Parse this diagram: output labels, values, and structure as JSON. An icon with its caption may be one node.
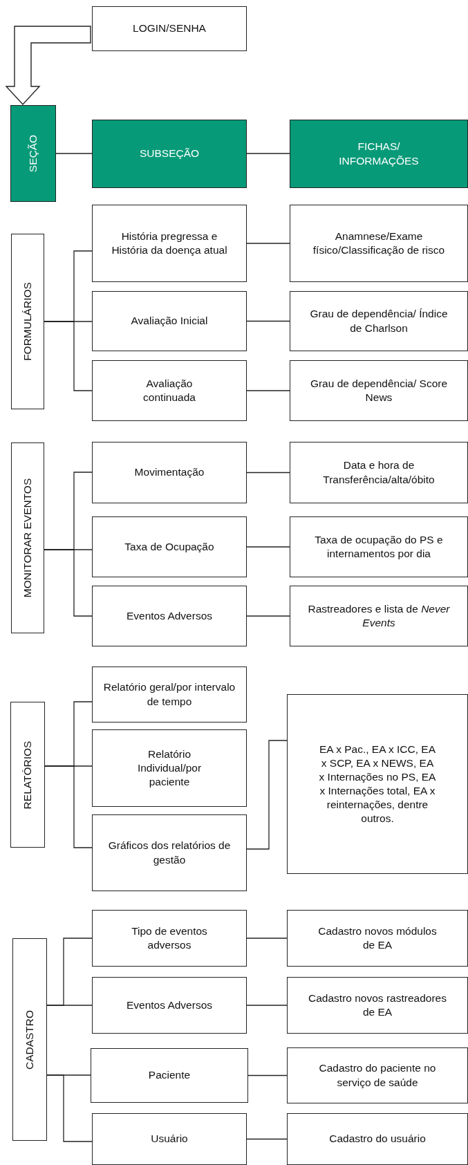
{
  "diagram": {
    "nodes": [
      {
        "text": [
          "LOGIN/SENHA"
        ]
      },
      {
        "text": [
          "SEÇÃO"
        ]
      },
      {
        "text": [
          "SUBSEÇÃO"
        ]
      },
      {
        "text": [
          "FICHAS/ INFORMAÇÕES"
        ]
      },
      {
        "text": [
          "FORMULÁRIOS"
        ]
      },
      {
        "text": [
          "História pregressa e História da doença atual"
        ]
      },
      {
        "text": [
          "Anamnese/Exame físico/Classificação de risco"
        ]
      },
      {
        "text": [
          "Avaliação Inicial"
        ]
      },
      {
        "text": [
          "Grau de dependência/ Índice de Charlson"
        ]
      },
      {
        "text": [
          "Avaliação continuada"
        ]
      },
      {
        "text": [
          "Grau de dependência/ Score News"
        ]
      },
      {
        "text": [
          "MONITORAR EVENTOS"
        ]
      },
      {
        "text": [
          "Movimentação"
        ]
      },
      {
        "text": [
          "Data e hora de Transferência/alta/óbito"
        ]
      },
      {
        "text": [
          "Taxa de Ocupação"
        ]
      },
      {
        "text": [
          "Taxa de ocupação do PS e internamentos por dia"
        ]
      },
      {
        "text": [
          "Eventos Adversos"
        ]
      },
      {
        "text": [
          "Rastreadores e lista de *Never Events*"
        ]
      },
      {
        "text": [
          "RELATÓRIOS"
        ]
      },
      {
        "text": [
          "Relatório geral/por intervalo de tempo"
        ]
      },
      {
        "text": [
          "Relatório Individual/por paciente"
        ]
      },
      {
        "text": [
          "Gráficos dos relatórios de gestão"
        ]
      },
      {
        "text": [
          "EA x Pac., EA x ICC, EA x SCP, EA x NEWS, EA x Internações no PS, EA x Internações total, EA x reinternações, dentre outros."
        ]
      },
      {
        "text": [
          "CADASTRO"
        ]
      },
      {
        "text": [
          "Tipo de eventos adversos"
        ]
      },
      {
        "text": [
          "Cadastro novos módulos de EA"
        ]
      },
      {
        "text": [
          "Eventos Adversos"
        ]
      },
      {
        "text": [
          "Cadastro novos rastreadores de EA"
        ]
      },
      {
        "text": [
          "Paciente"
        ]
      },
      {
        "text": [
          "Cadastro do paciente no serviço de saúde"
        ]
      },
      {
        "text": [
          "Usuário"
        ]
      },
      {
        "text": [
          "Cadastro do usuário"
        ]
      }
    ],
    "edges": [
      {
        "from": 0,
        "to": 1,
        "arrow": "to",
        "style": "thick"
      },
      {
        "from": 1,
        "to": 2,
        "arrow": "none"
      },
      {
        "from": 2,
        "to": 3,
        "arrow": "none"
      },
      {
        "from": 4,
        "to": 5,
        "arrow": "none"
      },
      {
        "from": 4,
        "to": 7,
        "arrow": "none"
      },
      {
        "from": 4,
        "to": 9,
        "arrow": "none"
      },
      {
        "from": 5,
        "to": 6,
        "arrow": "none"
      },
      {
        "from": 7,
        "to": 8,
        "arrow": "none"
      },
      {
        "from": 9,
        "to": 10,
        "arrow": "none"
      },
      {
        "from": 11,
        "to": 12,
        "arrow": "none"
      },
      {
        "from": 11,
        "to": 14,
        "arrow": "none"
      },
      {
        "from": 11,
        "to": 16,
        "arrow": "none"
      },
      {
        "from": 12,
        "to": 13,
        "arrow": "none"
      },
      {
        "from": 14,
        "to": 15,
        "arrow": "none"
      },
      {
        "from": 16,
        "to": 17,
        "arrow": "none"
      },
      {
        "from": 18,
        "to": 19,
        "arrow": "none"
      },
      {
        "from": 18,
        "to": 20,
        "arrow": "none"
      },
      {
        "from": 18,
        "to": 21,
        "arrow": "none"
      },
      {
        "from": 21,
        "to": 22,
        "arrow": "none"
      },
      {
        "from": 23,
        "to": 24,
        "arrow": "none"
      },
      {
        "from": 23,
        "to": 26,
        "arrow": "none"
      },
      {
        "from": 23,
        "to": 28,
        "arrow": "none"
      },
      {
        "from": 23,
        "to": 30,
        "arrow": "none"
      },
      {
        "from": 24,
        "to": 25,
        "arrow": "none"
      },
      {
        "from": 26,
        "to": 27,
        "arrow": "none"
      },
      {
        "from": 28,
        "to": 29,
        "arrow": "none"
      },
      {
        "from": 30,
        "to": 31,
        "arrow": "none"
      }
    ]
  }
}
